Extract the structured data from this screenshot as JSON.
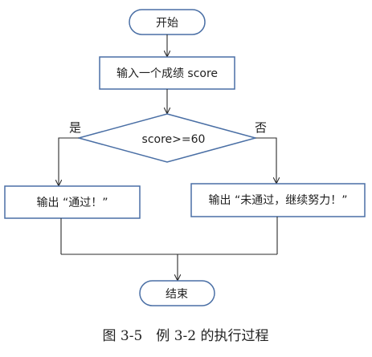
{
  "diagram": {
    "nodes": {
      "start": "开始",
      "input": "输入一个成绩 score",
      "decision": "score>=60",
      "output_pass": "输出 “通过！”",
      "output_fail": "输出 “未通过，继续努力！”",
      "end": "结束"
    },
    "edge_labels": {
      "yes": "是",
      "no": "否"
    }
  },
  "caption": "图 3-5　例 3-2 的执行过程",
  "colors": {
    "node_stroke": "#4a6fa5",
    "edge": "#2b2b2b",
    "text": "#1f1f1f"
  }
}
